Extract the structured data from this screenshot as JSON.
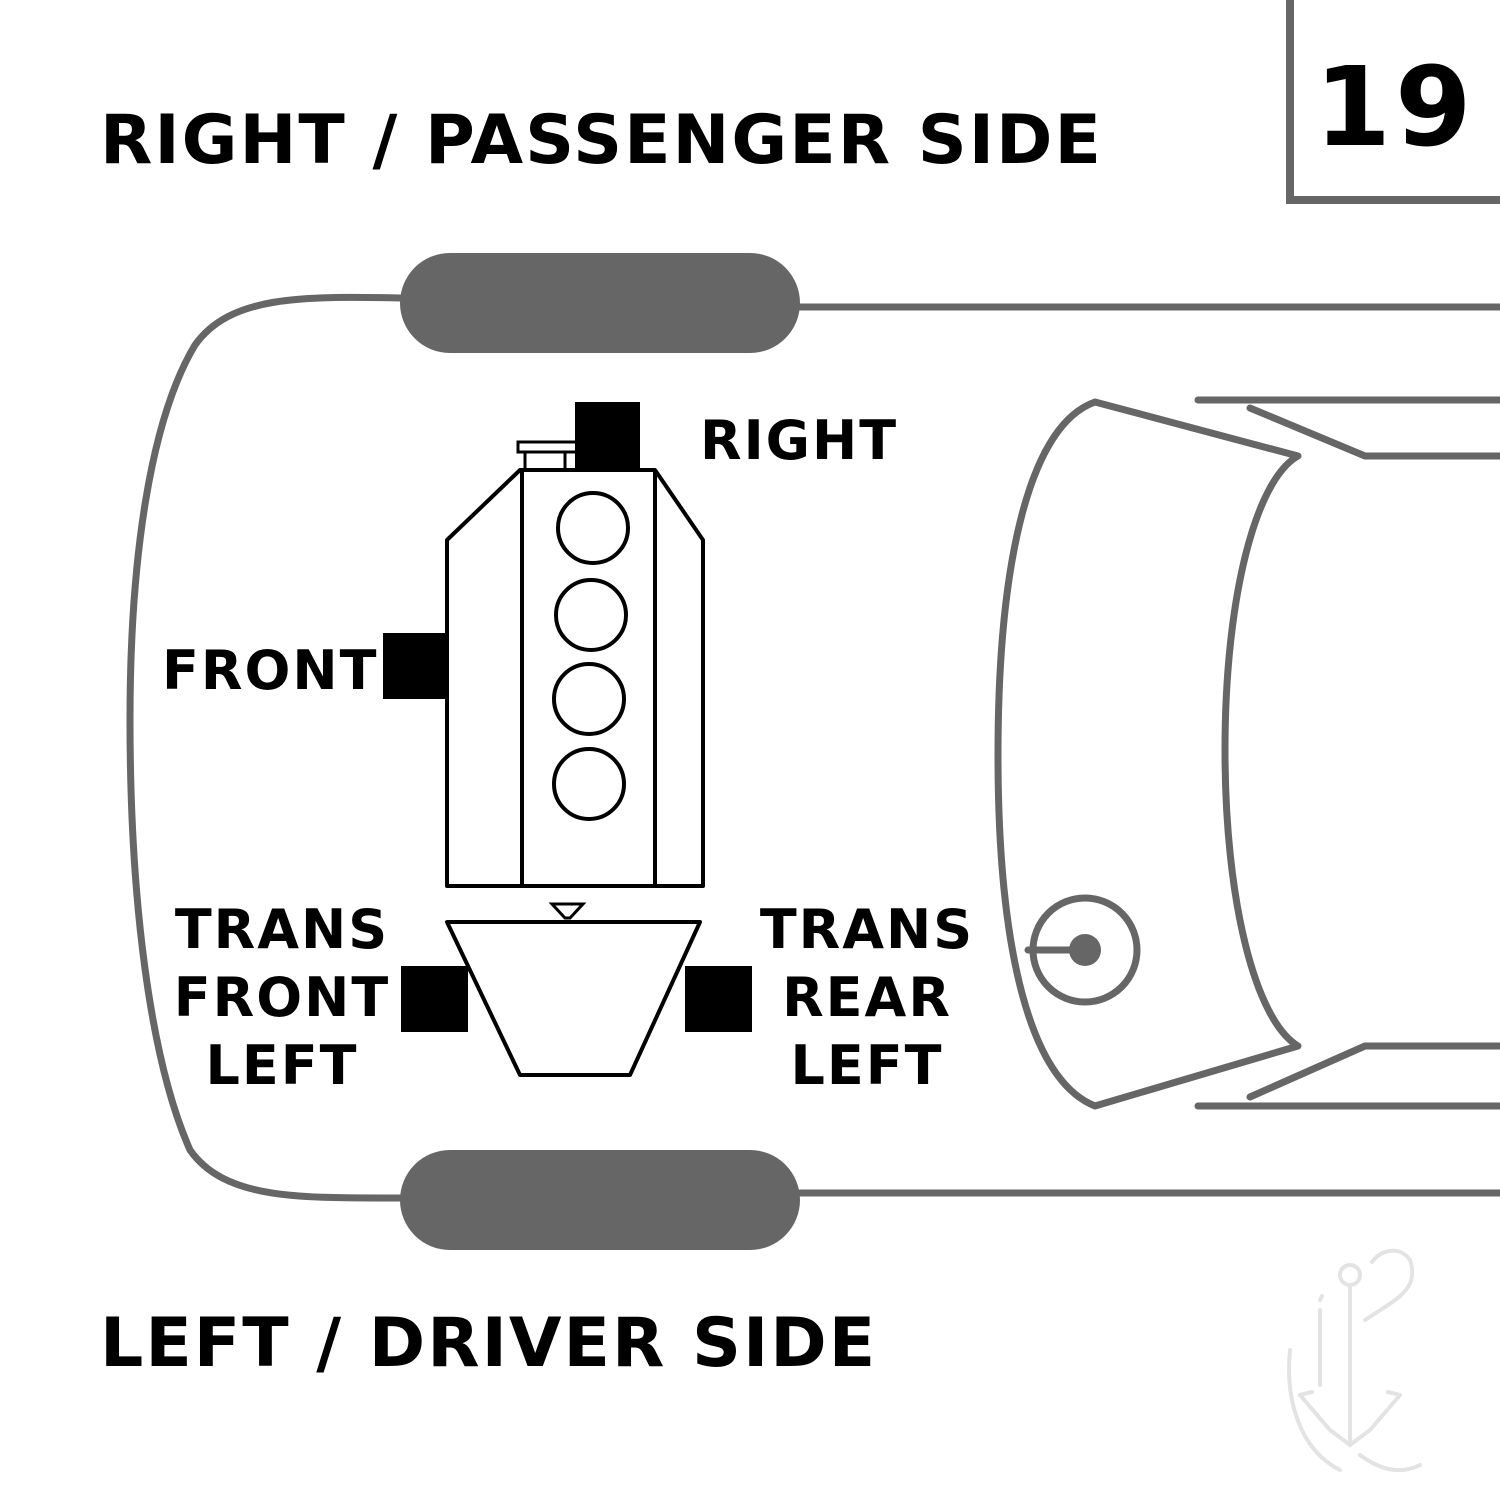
{
  "diagram_number": "19",
  "side_labels": {
    "top": "RIGHT / PASSENGER SIDE",
    "bottom": "LEFT / DRIVER SIDE"
  },
  "mounts": {
    "right": "RIGHT",
    "front": "FRONT",
    "trans_front_left": [
      "TRANS",
      "FRONT",
      "LEFT"
    ],
    "trans_rear_left": [
      "TRANS",
      "REAR",
      "LEFT"
    ]
  },
  "colors": {
    "outline": "#666666",
    "mount": "#000000",
    "engine_stroke": "#000000",
    "background": "#ffffff"
  },
  "icons": [
    "anchor-logo-watermark"
  ]
}
